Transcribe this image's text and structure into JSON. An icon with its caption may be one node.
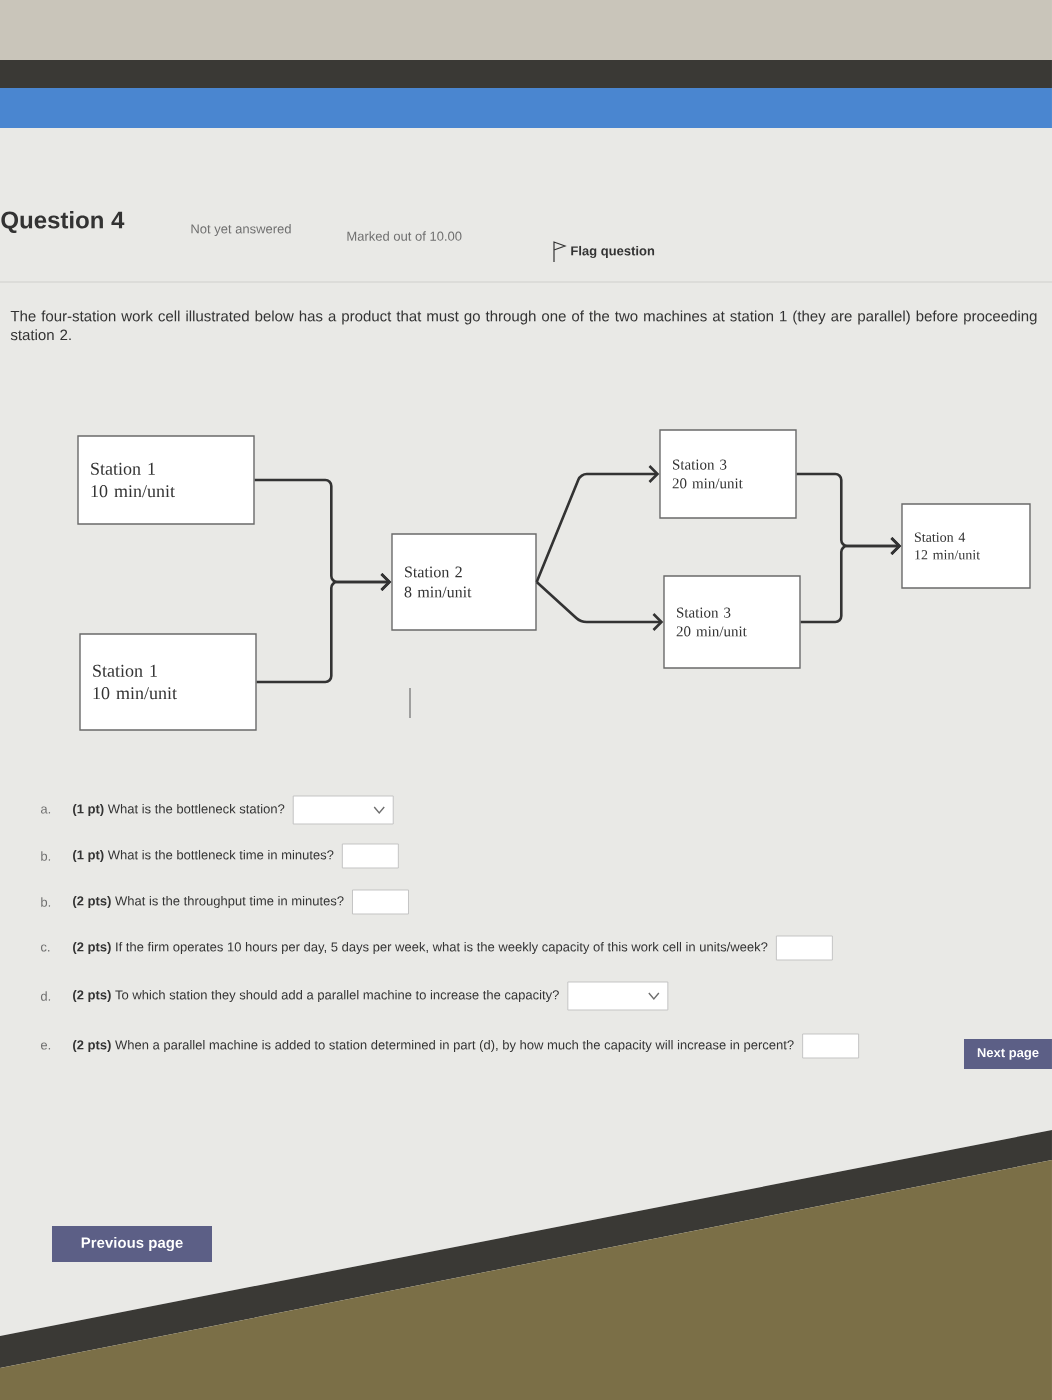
{
  "diagram": {
    "nodes": [
      {
        "text": [
          "Station 1",
          "10 min/unit"
        ]
      },
      {
        "text": [
          "Station 1",
          "10 min/unit"
        ]
      },
      {
        "text": [
          "Station 2",
          "8 min/unit"
        ]
      },
      {
        "text": [
          "Station 3",
          "20 min/unit"
        ]
      },
      {
        "text": [
          "Station 3",
          "20 min/unit"
        ]
      },
      {
        "text": [
          "Station 4",
          "12 min/unit"
        ]
      },
      {
        "text": [
          "Next page"
        ]
      },
      {
        "text": [
          "Previous page"
        ]
      }
    ],
    "edges": [
      {
        "from": 0,
        "to": 2,
        "arrow": "to"
      },
      {
        "from": 1,
        "to": 2,
        "arrow": "to"
      },
      {
        "from": 2,
        "to": 3,
        "arrow": "to"
      },
      {
        "from": 2,
        "to": 4,
        "arrow": "to"
      },
      {
        "from": 3,
        "to": 5,
        "arrow": "to"
      },
      {
        "from": 4,
        "to": 5,
        "arrow": "to"
      }
    ],
    "labels": [
      "Question 4",
      "Not yet answered",
      "Marked out of 10.00",
      "Flag question",
      "The four-station work cell illustrated below has a product that must go through one of the two machines at station 1 (they are parallel) before proceeding station 2.",
      "a.",
      "**(1 pt)** What is the bottleneck station?",
      "b.",
      "**(1 pt)** What is the bottleneck time in minutes?",
      "b.",
      "**(2 pts)** What is the throughput time in minutes?",
      "c.",
      "**(2 pts)** If the firm operates 10 hours per day, 5 days per week, what is the weekly capacity of this work cell in units/week?",
      "d.",
      "**(2 pts)** To which station they should add a parallel machine to increase the capacity?",
      "e.",
      "**(2 pts)** When a parallel machine is added to station determined in part (d), by how much the capacity will increase in percent?"
    ]
  }
}
